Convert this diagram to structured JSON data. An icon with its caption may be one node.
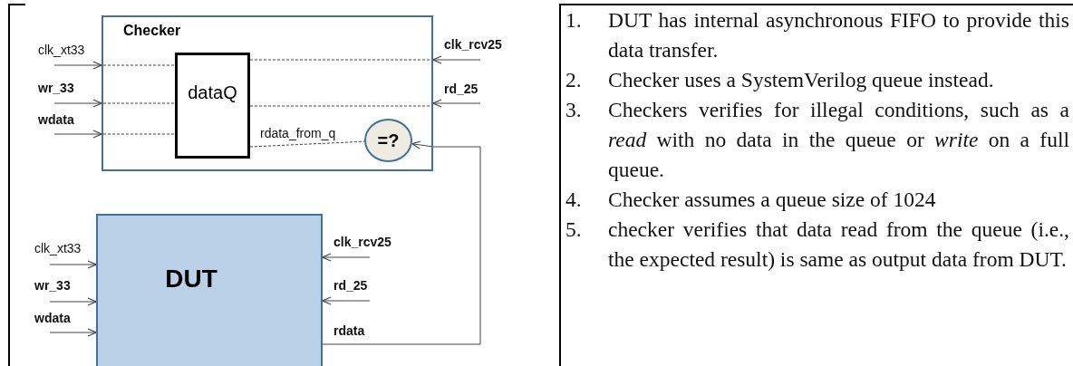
{
  "diagram": {
    "nodes": [
      {
        "text": [
          "Checker"
        ]
      },
      {
        "text": [
          "dataQ"
        ],
        "in": 0
      },
      {
        "text": [
          "=?"
        ],
        "in": 0
      },
      {
        "text": [
          "DUT"
        ]
      }
    ],
    "edges": [
      {
        "from": null,
        "to": 0,
        "arrow": "to",
        "label": "clk_xt33"
      },
      {
        "from": null,
        "to": 0,
        "arrow": "to",
        "label": "wr_33"
      },
      {
        "from": null,
        "to": 0,
        "arrow": "to",
        "label": "wdata"
      },
      {
        "from": null,
        "to": 0,
        "arrow": "to",
        "label": "clk_rcv25"
      },
      {
        "from": null,
        "to": 0,
        "arrow": "to",
        "label": "rd_25"
      },
      {
        "from": null,
        "to": 1,
        "arrow": "none",
        "style": "dashed"
      },
      {
        "from": null,
        "to": 1,
        "arrow": "none",
        "style": "dashed"
      },
      {
        "from": null,
        "to": 1,
        "arrow": "none",
        "style": "dashed"
      },
      {
        "from": 1,
        "to": null,
        "arrow": "none",
        "style": "dashed"
      },
      {
        "from": 1,
        "to": null,
        "arrow": "none",
        "style": "dashed"
      },
      {
        "from": 1,
        "to": 2,
        "arrow": "none",
        "style": "dashed",
        "label": "rdata_from_q"
      },
      {
        "from": null,
        "to": 3,
        "arrow": "to",
        "label": "clk_xt33"
      },
      {
        "from": null,
        "to": 3,
        "arrow": "to",
        "label": "wr_33"
      },
      {
        "from": null,
        "to": 3,
        "arrow": "to",
        "label": "wdata"
      },
      {
        "from": null,
        "to": 3,
        "arrow": "to",
        "label": "clk_rcv25"
      },
      {
        "from": null,
        "to": 3,
        "arrow": "to",
        "label": "rd_25"
      },
      {
        "from": 3,
        "to": 2,
        "arrow": "to",
        "label": "rdata"
      }
    ],
    "labels": [
      "1.",
      "DUT has internal asynchronous FIFO to provide this data transfer.",
      "2.",
      "Checker uses a SystemVerilog queue instead.",
      "3.",
      "Checkers verifies for illegal conditions, such as a *read* with no data in the queue or *write* on a full queue.",
      "4.",
      "Checker assumes a queue size of 1024",
      "5.",
      "checker verifies that data read from the queue (i.e., the expected result) is same as output data from DUT."
    ]
  }
}
